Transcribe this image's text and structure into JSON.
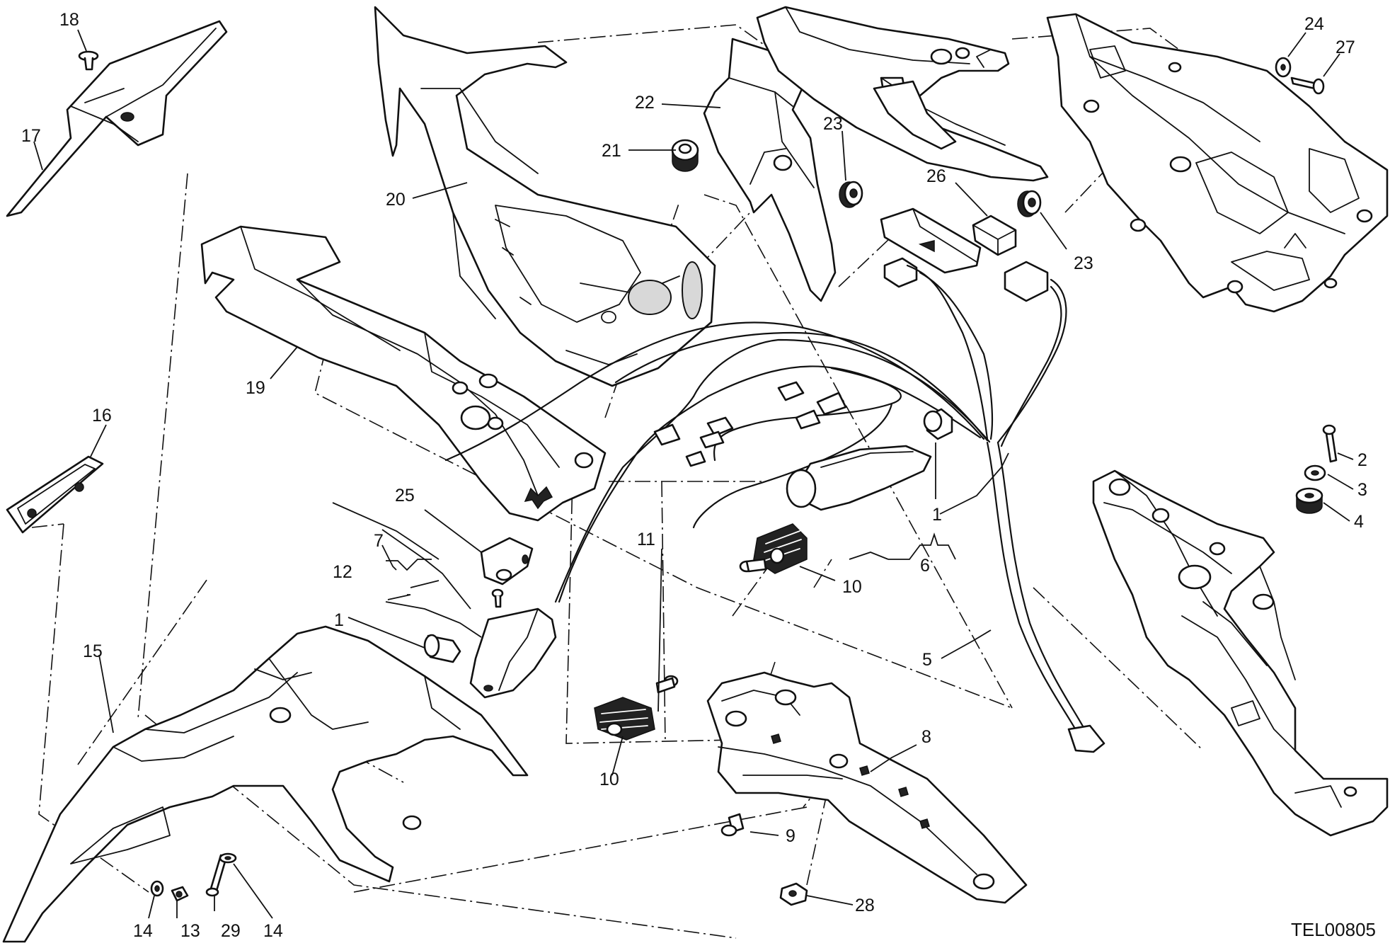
{
  "callouts": {
    "c1a": "1",
    "c1b": "1",
    "c2": "2",
    "c3": "3",
    "c4": "4",
    "c5": "5",
    "c6": "6",
    "c7": "7",
    "c8": "8",
    "c9": "9",
    "c10a": "10",
    "c10b": "10",
    "c11": "11",
    "c12": "12",
    "c13": "13",
    "c14a": "14",
    "c14b": "14",
    "c15": "15",
    "c16": "16",
    "c17": "17",
    "c18": "18",
    "c19": "19",
    "c20": "20",
    "c21": "21",
    "c22": "22",
    "c23a": "23",
    "c23b": "23",
    "c24": "24",
    "c25": "25",
    "c26": "26",
    "c27": "27",
    "c28": "28",
    "c29": "29"
  },
  "reference_code": "TEL00805"
}
